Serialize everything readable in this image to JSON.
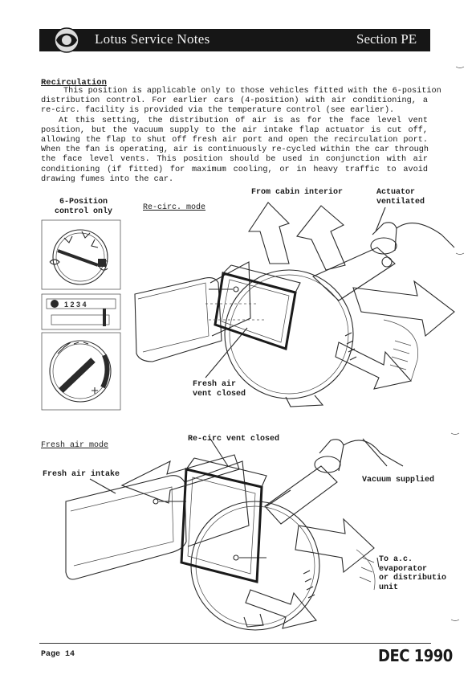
{
  "header": {
    "title": "Lotus Service Notes",
    "section": "Section PE"
  },
  "recirculation": {
    "heading": "Recirculation",
    "lines": [
      "This position is applicable only to those vehicles fitted with the 6-position",
      "distribution control.  For earlier cars (4-position) with air conditioning, a",
      "re-circ. facility is provided via the temperature control (see earlier).",
      "At this setting, the distribution of air is as for the face level vent",
      "position, but the vacuum supply to the air intake flap actuator is cut off,",
      "allowing the flap to shut off fresh air port and open the recirculation port.",
      "When the fan is operating, air is continuously re-cycled within the car through",
      "the face level vents.  This position should be used in conjunction with air",
      "conditioning (if fitted) for maximum cooling, or in heavy traffic to avoid",
      "drawing fumes into the car."
    ]
  },
  "diagram_top": {
    "control_label_line1": "6-Position",
    "control_label_line2": "control only",
    "mode_label": "Re-circ. mode",
    "from_cabin": "From cabin interior",
    "actuator_line1": "Actuator",
    "actuator_line2": "ventilated",
    "fresh_air_line1": "Fresh air",
    "fresh_air_line2": "vent closed",
    "control_numbers": "1 2 3 4"
  },
  "diagram_bottom": {
    "mode_label": "Fresh air mode",
    "recirc_closed": "Re-circ vent closed",
    "fresh_intake": "Fresh air intake",
    "vacuum_supplied": "Vacuum supplied",
    "to_ac_line1": "To a.c.",
    "to_ac_line2": "evaporator",
    "to_ac_line3": "or distributio",
    "to_ac_line4": "unit"
  },
  "footer": {
    "page": "Page 14",
    "date": "DEC 1990"
  }
}
